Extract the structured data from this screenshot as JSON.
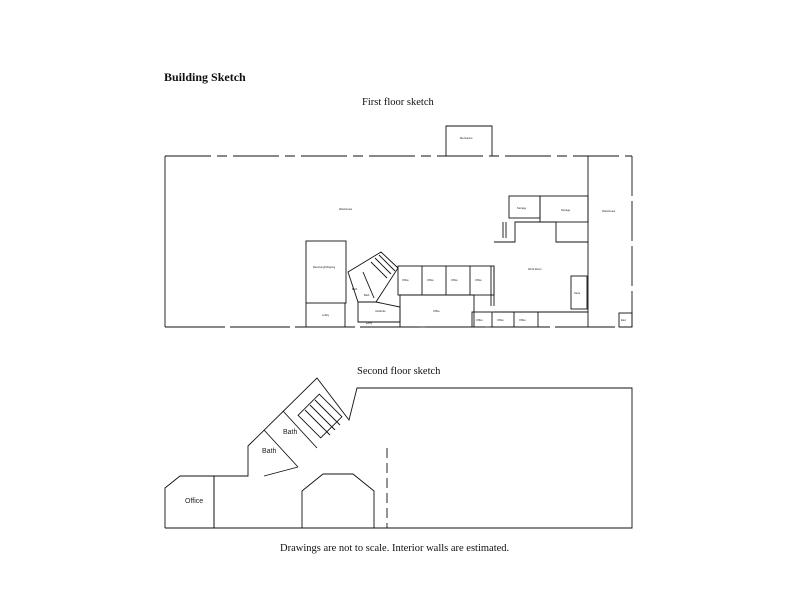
{
  "page": {
    "heading": "Building Sketch",
    "footer_note": "Drawings are not to scale.  Interior walls are estimated."
  },
  "first_floor": {
    "title": "First floor sketch",
    "rooms": {
      "top_box": "Mezzanine",
      "warehouse_main": "Warehouse",
      "warehouse_right": "Warehouse",
      "receiving": "Receiving/Shipping",
      "storage_a": "Storage",
      "storage_b": "Storage",
      "work_room": "Work Room",
      "office_1": "Office",
      "office_2": "Office",
      "office_3": "Office",
      "office_4": "Office",
      "office_5": "Office",
      "office_6": "Office",
      "office_7": "Office",
      "office_8": "Office",
      "bath_1": "Bath",
      "bath_2": "Bath",
      "lobby": "Lobby",
      "entry": "Entry",
      "vestibule": "Vestibule",
      "store": "Store",
      "elec": "Elec"
    }
  },
  "second_floor": {
    "title": "Second floor sketch",
    "rooms": {
      "bath_upper": "Bath",
      "bath_lower": "Bath",
      "office": "Office"
    }
  }
}
